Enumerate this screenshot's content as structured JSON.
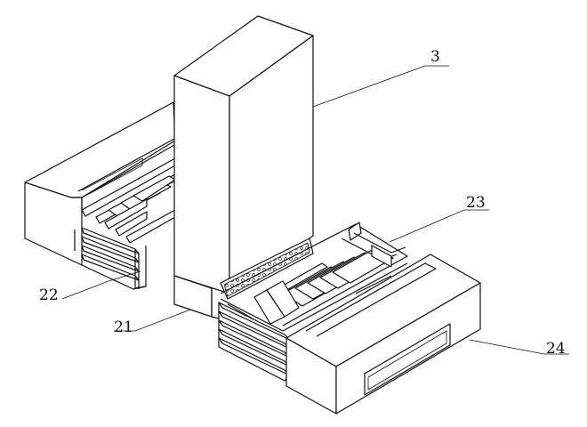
{
  "labels": {
    "l3": "3",
    "l21": "21",
    "l22": "22",
    "l23": "23",
    "l24": "24"
  }
}
